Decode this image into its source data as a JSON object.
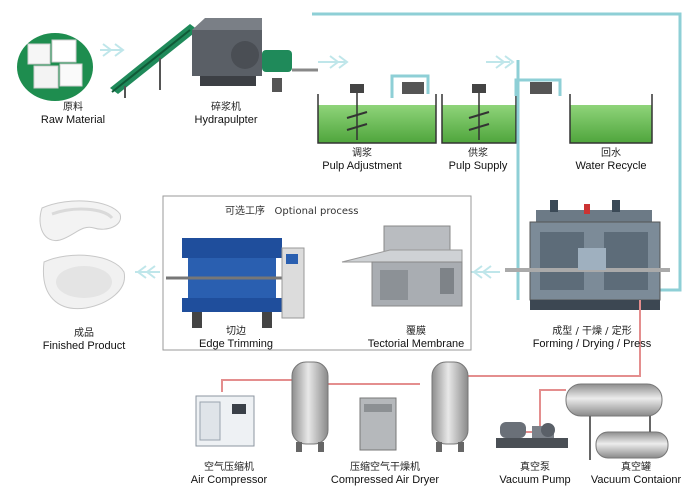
{
  "labels": {
    "raw_material": {
      "zh": "原料",
      "en": "Raw Material"
    },
    "hydrapulpter": {
      "zh": "碎浆机",
      "en": "Hydrapulpter"
    },
    "pulp_adjustment": {
      "zh": "调浆",
      "en": "Pulp Adjustment"
    },
    "pulp_supply": {
      "zh": "供浆",
      "en": "Pulp Supply"
    },
    "water_recycle": {
      "zh": "回水",
      "en": "Water Recycle"
    },
    "optional_process": {
      "zh": "可选工序",
      "en": "Optional process"
    },
    "edge_trimming": {
      "zh": "切边",
      "en": "Edge Trimming"
    },
    "tectorial_membrane": {
      "zh": "覆膜",
      "en": "Tectorial Membrane"
    },
    "forming": {
      "zh": "成型 / 干燥 / 定形",
      "en": "Forming / Drying / Press"
    },
    "finished_product": {
      "zh": "成品",
      "en": "Finished Product"
    },
    "air_compressor": {
      "zh": "空气压缩机",
      "en": "Air Compressor"
    },
    "air_dryer": {
      "zh": "压缩空气干燥机",
      "en": "Compressed Air Dryer"
    },
    "vacuum_pump": {
      "zh": "真空泵",
      "en": "Vacuum Pump"
    },
    "vacuum_container": {
      "zh": "真空罐",
      "en": "Vacuum Contaionr"
    }
  },
  "colors": {
    "pulp_green": "#6fc15a",
    "pipe_blue": "#8ecfd6",
    "air_pipe_red": "#e48e8e",
    "arrow_cyan": "#bfe6ea",
    "machine_blue": "#1f4e9c",
    "conveyor_green": "#1f8a5a",
    "tank_gray": "#c9c9c9"
  }
}
